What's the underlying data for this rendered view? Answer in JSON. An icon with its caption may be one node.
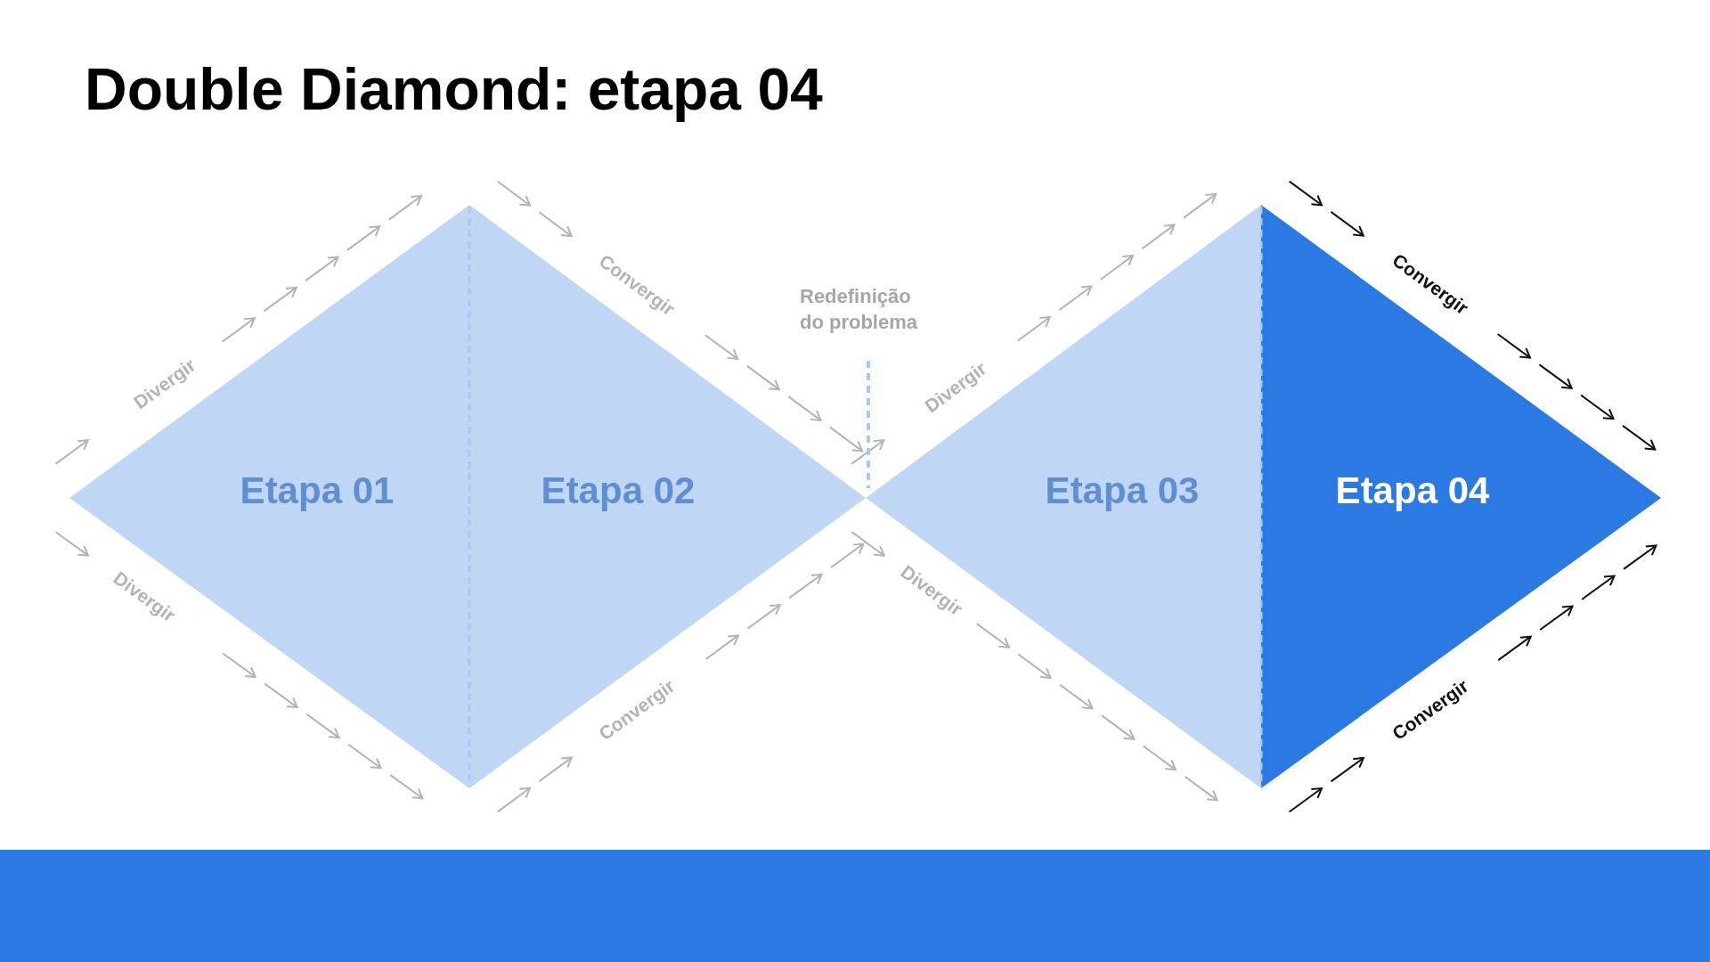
{
  "diagram": {
    "title": "Double Diamond: etapa 04",
    "nodes": [
      {
        "text": [
          "Etapa 01"
        ]
      },
      {
        "text": [
          "Etapa 02"
        ]
      },
      {
        "text": [
          "Etapa 03"
        ]
      },
      {
        "text": [
          "Etapa 04"
        ]
      }
    ],
    "edges": [],
    "labels": [
      "Divergir",
      "Convergir",
      "Redefinição do problema",
      "Divergir",
      "Convergir",
      "Divergir",
      "Convergir",
      "Divergir",
      "Convergir"
    ]
  }
}
